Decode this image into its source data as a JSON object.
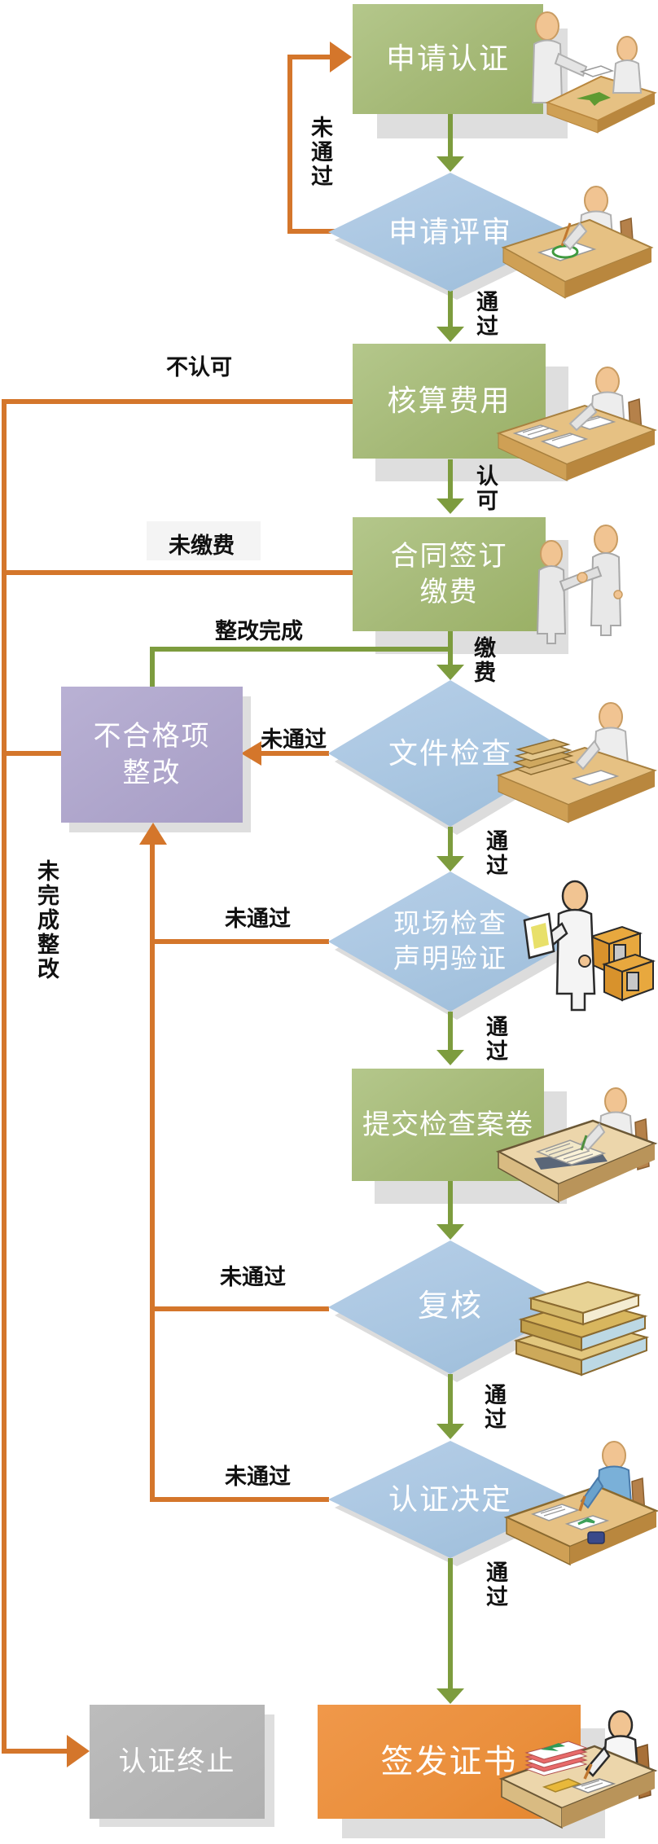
{
  "diagram": {
    "type": "flowchart",
    "language": "zh-CN",
    "topic": "certification process flow"
  },
  "colors": {
    "process_green": "#a5b977",
    "decision_blue": "#a9c6e1",
    "rectify_purple": "#aea5cb",
    "issue_orange": "#ea8f3c",
    "terminate_gray": "#b4b4b4",
    "flow_line_orange": "#d4762b",
    "flow_line_olive": "#7d9c3e",
    "shadow_gray": "#dedede",
    "node_text": "#ffffff",
    "label_text": "#111111"
  },
  "nodes": [
    {
      "id": "apply",
      "type": "process",
      "label": "申请认证"
    },
    {
      "id": "review",
      "type": "decision",
      "label": "申请评审"
    },
    {
      "id": "fee",
      "type": "process",
      "label": "核算费用"
    },
    {
      "id": "contract",
      "type": "process",
      "label": "合同签订\n缴费"
    },
    {
      "id": "doccheck",
      "type": "decision",
      "label": "文件检查"
    },
    {
      "id": "rectify",
      "type": "process",
      "label": "不合格项\n整改"
    },
    {
      "id": "onsite",
      "type": "decision",
      "label": "现场检查\n声明验证"
    },
    {
      "id": "dossier",
      "type": "process",
      "label": "提交检查案卷"
    },
    {
      "id": "recheck",
      "type": "decision",
      "label": "复核"
    },
    {
      "id": "decision",
      "type": "decision",
      "label": "认证决定"
    },
    {
      "id": "issue",
      "type": "process",
      "label": "签发证书"
    },
    {
      "id": "terminate",
      "type": "process",
      "label": "认证终止"
    }
  ],
  "edges": [
    {
      "from": "apply",
      "to": "review",
      "label": ""
    },
    {
      "from": "review",
      "to": "apply",
      "label": "未通过"
    },
    {
      "from": "review",
      "to": "fee",
      "label": "通过"
    },
    {
      "from": "fee",
      "to": "terminate",
      "label": "不认可"
    },
    {
      "from": "fee",
      "to": "contract",
      "label": "认可"
    },
    {
      "from": "contract",
      "to": "terminate",
      "label": "未缴费"
    },
    {
      "from": "contract",
      "to": "doccheck",
      "label": "缴费"
    },
    {
      "from": "doccheck",
      "to": "rectify",
      "label": "未通过"
    },
    {
      "from": "doccheck",
      "to": "onsite",
      "label": "通过"
    },
    {
      "from": "rectify",
      "to": "doccheck",
      "label": "整改完成"
    },
    {
      "from": "rectify",
      "to": "terminate",
      "label": "未完成整改"
    },
    {
      "from": "onsite",
      "to": "rectify",
      "label": "未通过"
    },
    {
      "from": "onsite",
      "to": "dossier",
      "label": "通过"
    },
    {
      "from": "dossier",
      "to": "recheck",
      "label": ""
    },
    {
      "from": "recheck",
      "to": "rectify",
      "label": "未通过"
    },
    {
      "from": "recheck",
      "to": "decision",
      "label": "通过"
    },
    {
      "from": "decision",
      "to": "rectify",
      "label": "未通过"
    },
    {
      "from": "decision",
      "to": "issue",
      "label": "通过"
    }
  ],
  "icons": [
    {
      "name": "handover-desk-icon",
      "depicts": "two people at a desk exchanging application papers"
    },
    {
      "name": "person-writing-desk-icon",
      "depicts": "reviewer at a desk marking a document with a green circle"
    },
    {
      "name": "person-documents-desk-icon",
      "depicts": "person at a desk with several cost documents"
    },
    {
      "name": "handshake-icon",
      "depicts": "two people shaking hands over a contract"
    },
    {
      "name": "person-books-desk-icon",
      "depicts": "person at a desk checking a stack of files"
    },
    {
      "name": "person-clipboard-boxes-icon",
      "depicts": "inspector holding a checklist beside crates"
    },
    {
      "name": "person-ledger-desk-icon",
      "depicts": "person at a desk with a large open dossier"
    },
    {
      "name": "book-stack-icon",
      "depicts": "stack of review books"
    },
    {
      "name": "person-stamp-desk-icon",
      "depicts": "officer at a desk approving a decision document"
    },
    {
      "name": "person-certificates-desk-icon",
      "depicts": "person at a desk issuing a stack of certificates"
    }
  ]
}
